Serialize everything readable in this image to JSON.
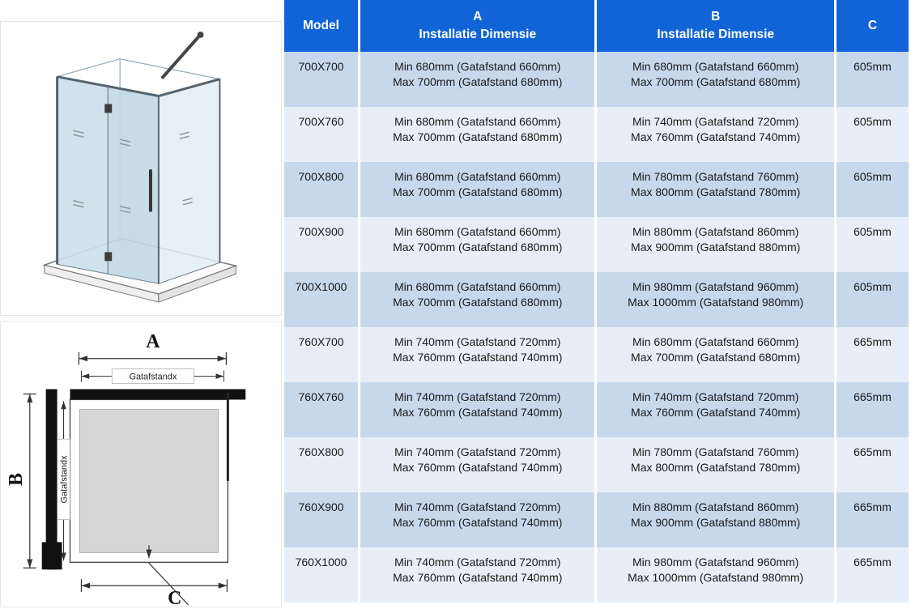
{
  "diagrams": {
    "top": {
      "name": "shower-enclosure-3d-view"
    },
    "plan": {
      "label_a": "A",
      "label_b": "B",
      "label_c": "C",
      "gat_top": "Gatafstandx",
      "gat_left": "Gatafstandx"
    }
  },
  "table": {
    "colors": {
      "header_bg": "#1164d8",
      "header_text": "#ffffff",
      "row_dark": "#c7d8ec",
      "row_light": "#e8eef7"
    },
    "header": {
      "model": "Model",
      "a_line1": "A",
      "a_line2": "Installatie Dimensie",
      "b_line1": "B",
      "b_line2": "Installatie Dimensie",
      "c": "C"
    },
    "rows": [
      {
        "model": "700X700",
        "a1": "Min 680mm (Gatafstand 660mm)",
        "a2": "Max 700mm (Gatafstand 680mm)",
        "b1": "Min 680mm (Gatafstand 660mm)",
        "b2": "Max 700mm (Gatafstand 680mm)",
        "c": "605mm"
      },
      {
        "model": "700X760",
        "a1": "Min 680mm (Gatafstand 660mm)",
        "a2": "Max 700mm (Gatafstand 680mm)",
        "b1": "Min 740mm (Gatafstand 720mm)",
        "b2": "Max 760mm (Gatafstand 740mm)",
        "c": "605mm"
      },
      {
        "model": "700X800",
        "a1": "Min 680mm (Gatafstand 660mm)",
        "a2": "Max 700mm (Gatafstand 680mm)",
        "b1": "Min 780mm (Gatafstand 760mm)",
        "b2": "Max 800mm (Gatafstand 780mm)",
        "c": "605mm"
      },
      {
        "model": "700X900",
        "a1": "Min 680mm (Gatafstand 660mm)",
        "a2": "Max 700mm (Gatafstand 680mm)",
        "b1": "Min 880mm (Gatafstand 860mm)",
        "b2": "Max 900mm (Gatafstand 880mm)",
        "c": "605mm"
      },
      {
        "model": "700X1000",
        "a1": "Min 680mm (Gatafstand 660mm)",
        "a2": "Max 700mm (Gatafstand 680mm)",
        "b1": "Min 980mm (Gatafstand 960mm)",
        "b2": "Max 1000mm (Gatafstand 980mm)",
        "c": "605mm"
      },
      {
        "model": "760X700",
        "a1": "Min 740mm (Gatafstand 720mm)",
        "a2": "Max 760mm (Gatafstand 740mm)",
        "b1": "Min 680mm (Gatafstand 660mm)",
        "b2": "Max 700mm (Gatafstand 680mm)",
        "c": "665mm"
      },
      {
        "model": "760X760",
        "a1": "Min 740mm (Gatafstand 720mm)",
        "a2": "Max 760mm (Gatafstand 740mm)",
        "b1": "Min 740mm (Gatafstand 720mm)",
        "b2": "Max 760mm (Gatafstand 740mm)",
        "c": "665mm"
      },
      {
        "model": "760X800",
        "a1": "Min 740mm (Gatafstand 720mm)",
        "a2": "Max 760mm (Gatafstand 740mm)",
        "b1": "Min 780mm (Gatafstand 760mm)",
        "b2": "Max 800mm (Gatafstand 780mm)",
        "c": "665mm"
      },
      {
        "model": "760X900",
        "a1": "Min 740mm (Gatafstand 720mm)",
        "a2": "Max 760mm (Gatafstand 740mm)",
        "b1": "Min 880mm (Gatafstand 860mm)",
        "b2": "Max 900mm (Gatafstand 880mm)",
        "c": "665mm"
      },
      {
        "model": "760X1000",
        "a1": "Min 740mm (Gatafstand 720mm)",
        "a2": "Max 760mm (Gatafstand 740mm)",
        "b1": "Min 980mm (Gatafstand 960mm)",
        "b2": "Max 1000mm (Gatafstand 980mm)",
        "c": "665mm"
      }
    ]
  }
}
